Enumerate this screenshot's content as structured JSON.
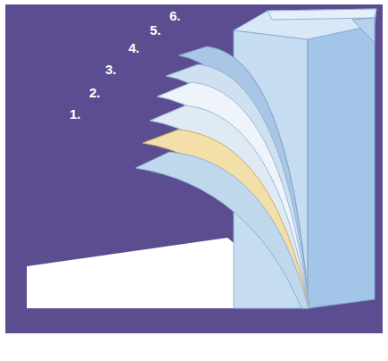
{
  "diagram": {
    "labels": [
      "1.",
      "2.",
      "3.",
      "4.",
      "5.",
      "6."
    ]
  }
}
